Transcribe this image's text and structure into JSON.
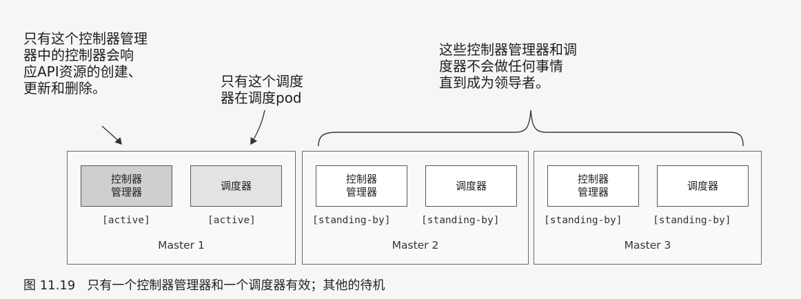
{
  "notes": {
    "left": "只有这个控制器管理\n器中的控制器会响\n应API资源的创建、\n更新和删除。",
    "middle": "只有这个调度\n器在调度pod",
    "right": "这些控制器管理器和调\n度器不会做任何事情\n直到成为领导者。"
  },
  "masters": [
    {
      "label": "Master 1",
      "controller_manager": {
        "label": "控制器\n管理器",
        "state": "[active]"
      },
      "scheduler": {
        "label": "调度器",
        "state": "[active]"
      }
    },
    {
      "label": "Master 2",
      "controller_manager": {
        "label": "控制器\n管理器",
        "state": "[standing-by]"
      },
      "scheduler": {
        "label": "调度器",
        "state": "[standing-by]"
      }
    },
    {
      "label": "Master 3",
      "controller_manager": {
        "label": "控制器\n管理器",
        "state": "[standing-by]"
      },
      "scheduler": {
        "label": "调度器",
        "state": "[standing-by]"
      }
    }
  ],
  "caption": "图 11.19   只有一个控制器管理器和一个调度器有效；其他的待机",
  "colors": {
    "active_controller_fill": "#cfcfcd",
    "active_scheduler_fill": "#e3e3e1",
    "standby_fill": "#ffffff"
  }
}
